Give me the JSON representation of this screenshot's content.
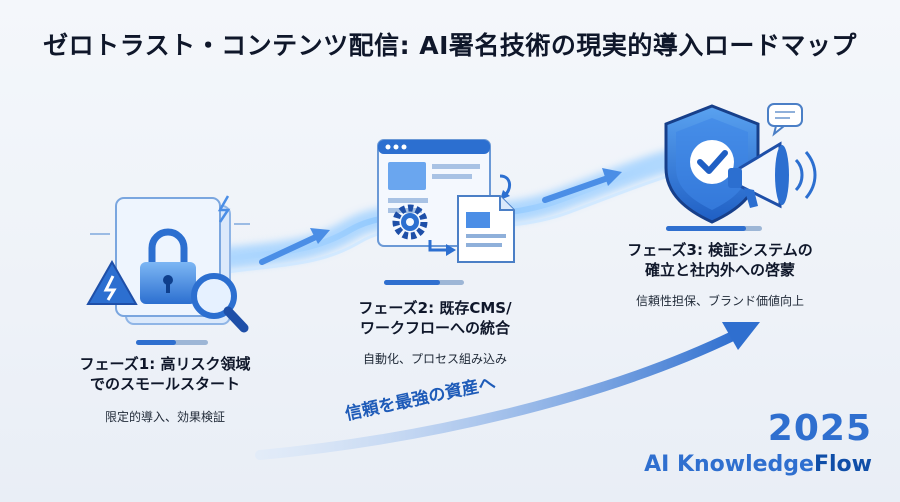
{
  "title": "ゼロトラスト・コンテンツ配信: AI署名技術の現実的導入ロードマップ",
  "phases": [
    {
      "title_line1": "フェーズ1: 高リスク領域",
      "title_line2": "でのスモールスタート",
      "desc": "限定的導入、効果検証"
    },
    {
      "title_line1": "フェーズ2: 既存CMS/",
      "title_line2": "ワークフローへの統合",
      "desc": "自動化、プロセス組み込み"
    },
    {
      "title_line1": "フェーズ3: 検証システムの",
      "title_line2": "確立と社内外への啓蒙",
      "desc": "信頼性担保、ブランド価値向上"
    }
  ],
  "slogan": "信頼を最強の資産へ",
  "year": "2025",
  "brand": {
    "part1": "AI Knowledge",
    "part2": "Flow"
  },
  "colors": {
    "accent": "#2f6fcf",
    "dark_blue": "#1e4fa8",
    "light_blue": "#8cc4ff"
  },
  "icons": [
    "lock-document-icon",
    "warning-icon",
    "magnifier-icon",
    "cms-window-icon",
    "gear-icon",
    "document-icon",
    "shield-check-icon",
    "megaphone-icon",
    "speech-bubble-icon"
  ]
}
